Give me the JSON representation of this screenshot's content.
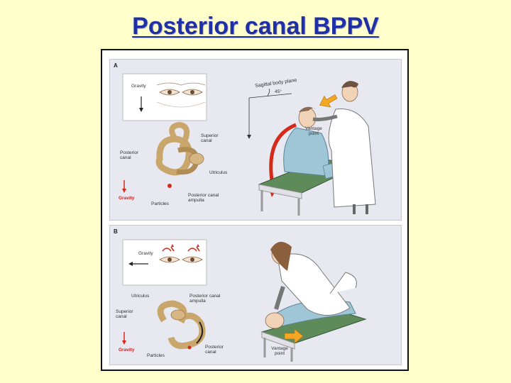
{
  "title": "Posterior canal BPPV",
  "panel_a": {
    "letter": "A",
    "gravity_box_label": "Gravity",
    "plane_label": "Sagittal body plane",
    "angle_label": "45°",
    "vantage_label": "Vantage point",
    "superior_canal": "Superior canal",
    "posterior_canal": "Posterior canal",
    "utriculus": "Utriculus",
    "gravity_label": "Gravity",
    "particles": "Particles",
    "posterior_canal_ampulla": "Posterior canal ampulla"
  },
  "panel_b": {
    "letter": "B",
    "gravity_box_label": "Gravity",
    "utriculus": "Utriculus",
    "posterior_canal_ampulla": "Posterior canal ampulla",
    "superior_canal": "Superior canal",
    "gravity_label": "Gravity",
    "particles": "Particles",
    "posterior_canal": "Posterior canal",
    "vantage_label": "Vantage point"
  },
  "colors": {
    "title": "#1f2fa8",
    "background": "#ffffcc",
    "arrow_red": "#d42a1a",
    "vantage_orange": "#f5a623",
    "canal_tan": "#c9a66b",
    "gown": "#9fc6d6",
    "table": "#5f8a5a"
  }
}
